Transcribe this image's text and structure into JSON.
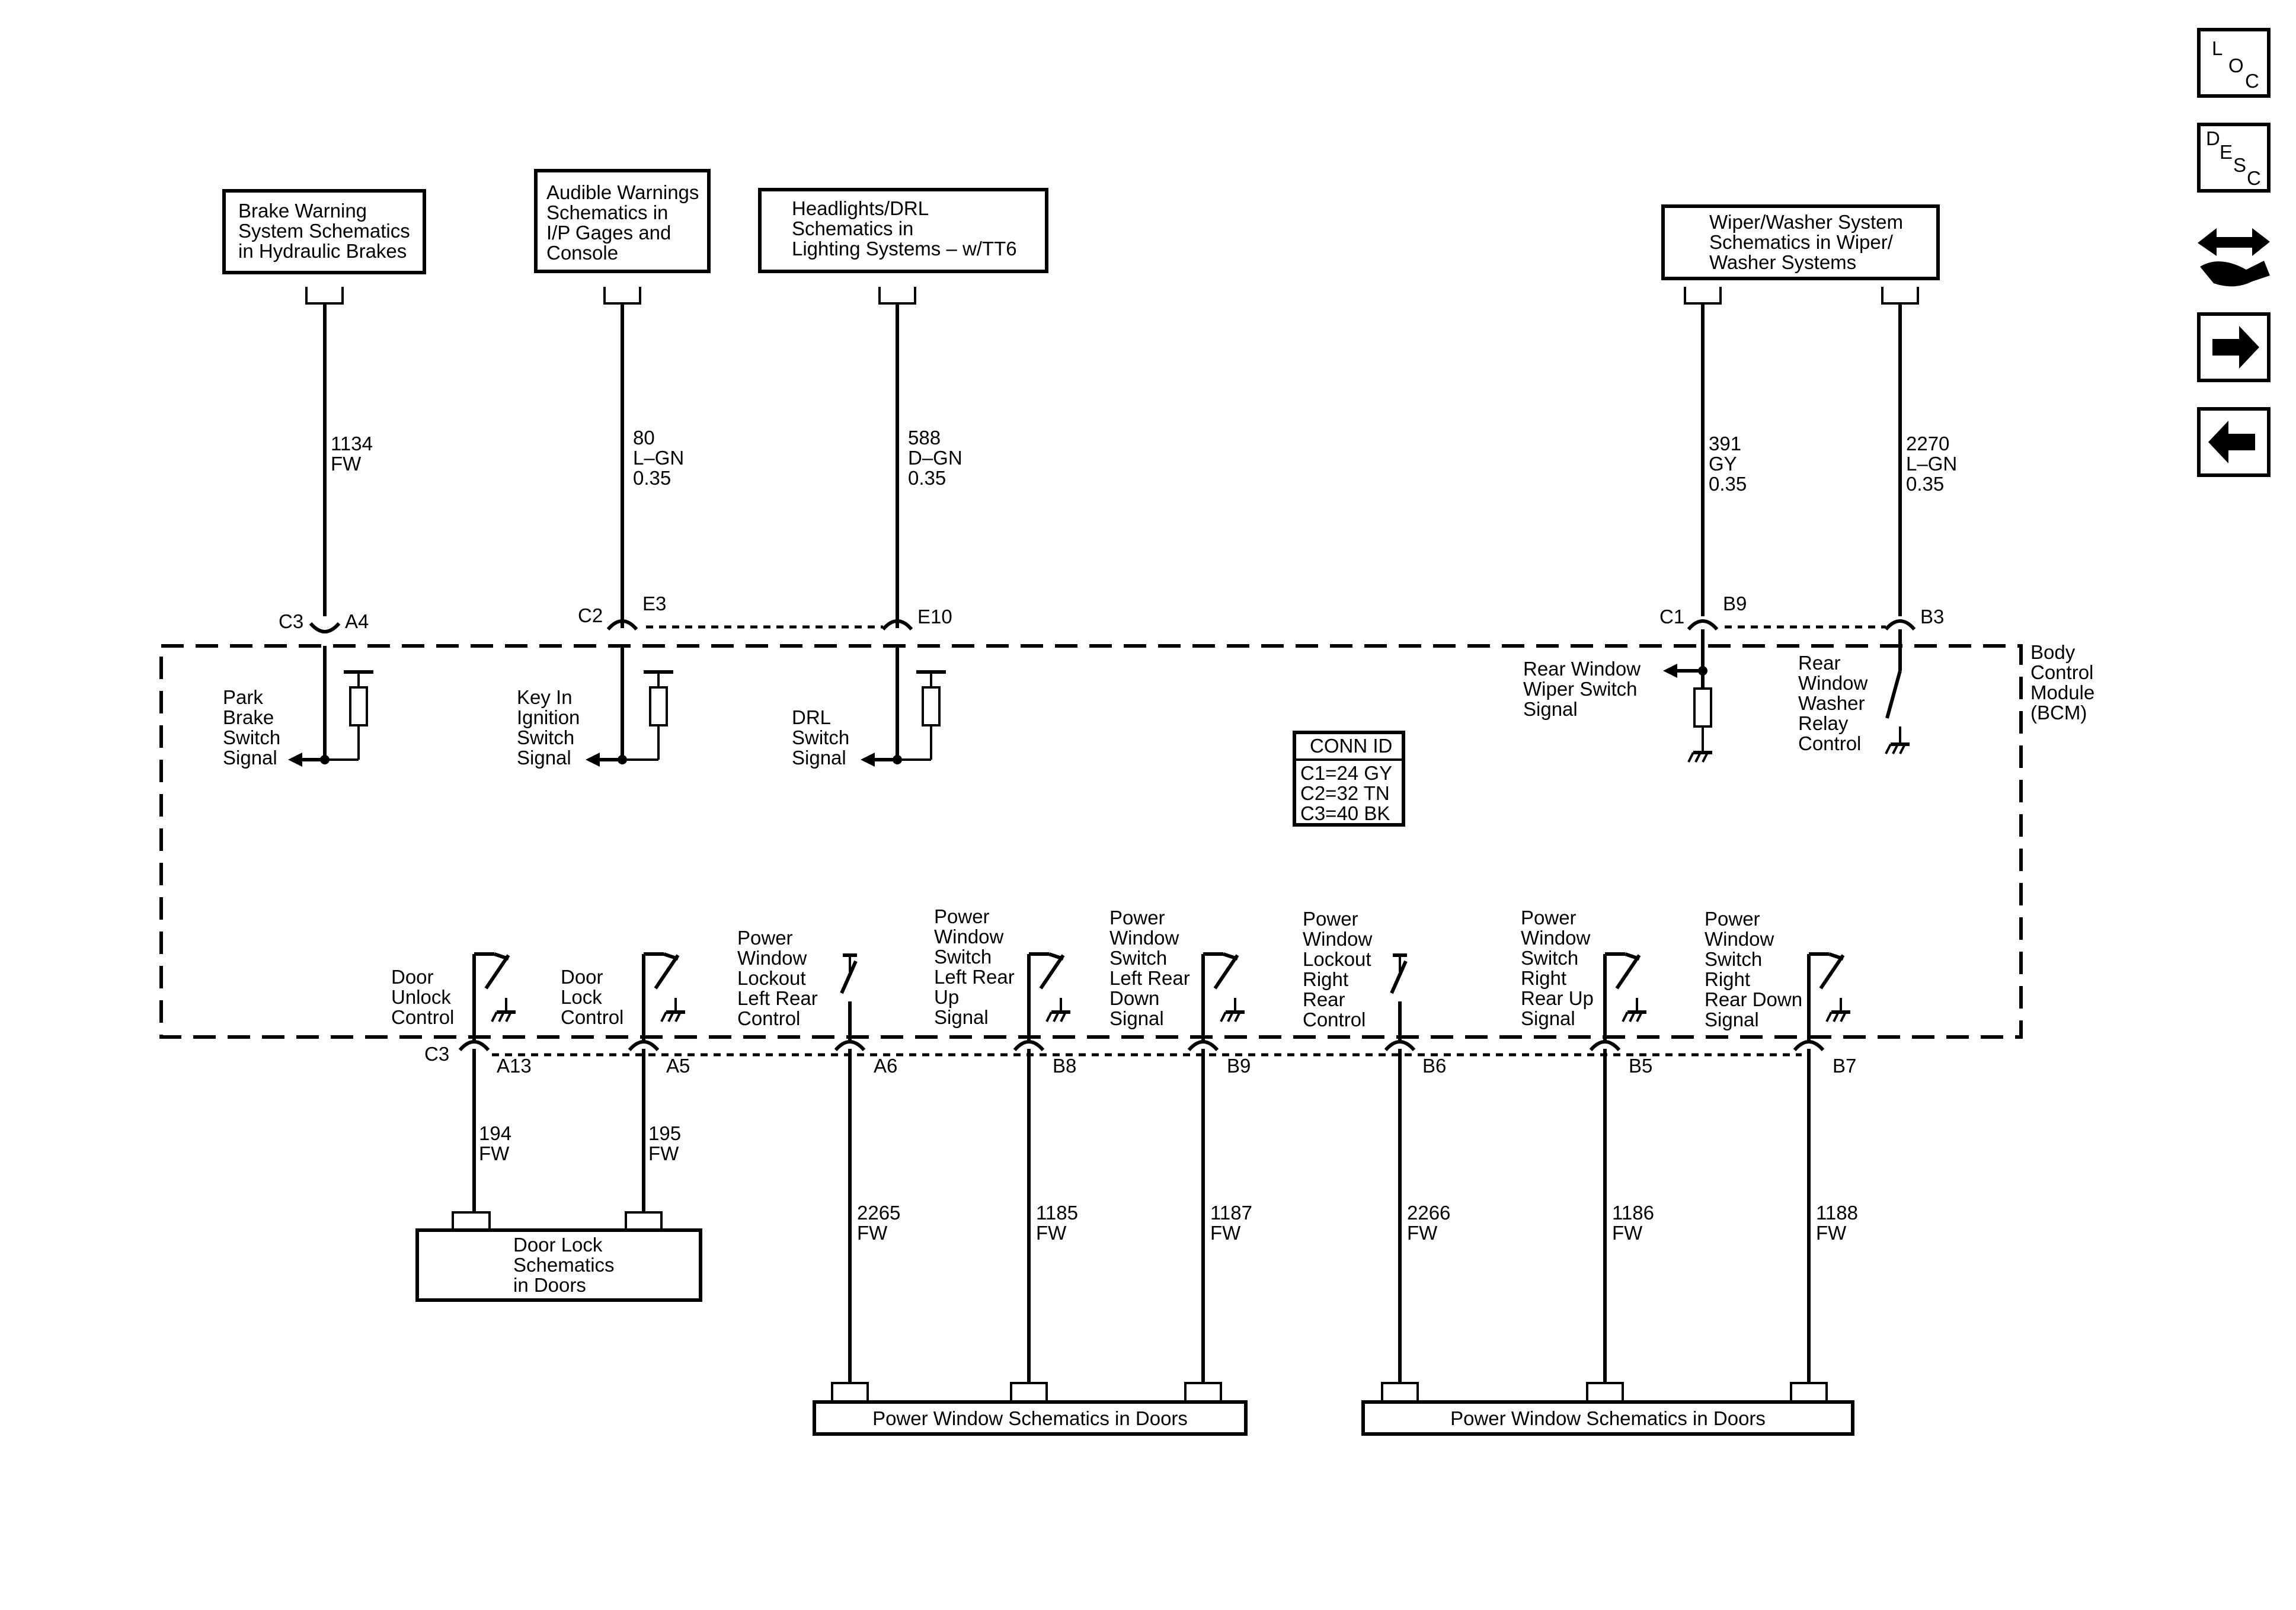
{
  "nav_icons": [
    {
      "name": "loc-icon",
      "glyphs": [
        "L",
        "O",
        "C"
      ]
    },
    {
      "name": "desc-icon",
      "glyphs": [
        "D",
        "E",
        "S",
        "C"
      ]
    },
    {
      "name": "connector-wrench-icon"
    },
    {
      "name": "arrow-right-icon"
    },
    {
      "name": "arrow-left-icon"
    }
  ],
  "top_boxes": {
    "brake": [
      "Brake Warning",
      "System Schematics",
      "in Hydraulic Brakes"
    ],
    "audible": [
      "Audible Warnings",
      "Schematics in",
      "I/P Gages and",
      "Console"
    ],
    "headlights": [
      "Headlights/DRL",
      "Schematics in",
      "Lighting Systems – w/TT6"
    ],
    "wiper": [
      "Wiper/Washer System",
      "Schematics in Wiper/",
      "Washer Systems"
    ]
  },
  "top_wires": {
    "w1134": [
      "1134",
      "FW"
    ],
    "w80": [
      "80",
      "L–GN",
      "0.35"
    ],
    "w588": [
      "588",
      "D–GN",
      "0.35"
    ],
    "w391": [
      "391",
      "GY",
      "0.35"
    ],
    "w2270": [
      "2270",
      "L–GN",
      "0.35"
    ]
  },
  "top_connectors": {
    "c3": "C3",
    "a4": "A4",
    "c2": "C2",
    "e3": "E3",
    "e10": "E10",
    "c1": "C1",
    "b9": "B9",
    "b3": "B3"
  },
  "bcm_label": [
    "Body",
    "Control",
    "Module",
    "(BCM)"
  ],
  "bcm_inputs": {
    "park": [
      "Park",
      "Brake",
      "Switch",
      "Signal"
    ],
    "key": [
      "Key In",
      "Ignition",
      "Switch",
      "Signal"
    ],
    "drl": [
      "DRL",
      "Switch",
      "Signal"
    ],
    "rear_wiper": [
      "Rear Window",
      "Wiper Switch",
      "Signal"
    ],
    "rear_washer": [
      "Rear",
      "Window",
      "Washer",
      "Relay",
      "Control"
    ]
  },
  "conn_id": {
    "title": "CONN ID",
    "rows": [
      "C1=24 GY",
      "C2=32 TN",
      "C3=40 BK"
    ]
  },
  "bottom_switches": {
    "door_unlock": [
      "Door",
      "Unlock",
      "Control"
    ],
    "door_lock": [
      "Door",
      "Lock",
      "Control"
    ],
    "pw_lockout_lr": [
      "Power",
      "Window",
      "Lockout",
      "Left Rear",
      "Control"
    ],
    "pw_lr_up": [
      "Power",
      "Window",
      "Switch",
      "Left Rear",
      "Up",
      "Signal"
    ],
    "pw_lr_down": [
      "Power",
      "Window",
      "Switch",
      "Left Rear",
      "Down",
      "Signal"
    ],
    "pw_lockout_rr": [
      "Power",
      "Window",
      "Lockout",
      "Right",
      "Rear",
      "Control"
    ],
    "pw_rr_up": [
      "Power",
      "Window",
      "Switch",
      "Right",
      "Rear Up",
      "Signal"
    ],
    "pw_rr_down": [
      "Power",
      "Window",
      "Switch",
      "Right",
      "Rear Down",
      "Signal"
    ]
  },
  "bottom_connectors": {
    "c3": "C3",
    "a13": "A13",
    "a5": "A5",
    "a6": "A6",
    "b8": "B8",
    "b9": "B9",
    "b6": "B6",
    "b5": "B5",
    "b7": "B7"
  },
  "bottom_wires": {
    "w194": [
      "194",
      "FW"
    ],
    "w195": [
      "195",
      "FW"
    ],
    "w2265": [
      "2265",
      "FW"
    ],
    "w1185": [
      "1185",
      "FW"
    ],
    "w1187": [
      "1187",
      "FW"
    ],
    "w2266": [
      "2266",
      "FW"
    ],
    "w1186": [
      "1186",
      "FW"
    ],
    "w1188": [
      "1188",
      "FW"
    ]
  },
  "bottom_boxes": {
    "door_lock": [
      "Door Lock",
      "Schematics",
      "in Doors"
    ],
    "pw_left": "Power Window Schematics in Doors",
    "pw_right": "Power Window Schematics in Doors"
  }
}
